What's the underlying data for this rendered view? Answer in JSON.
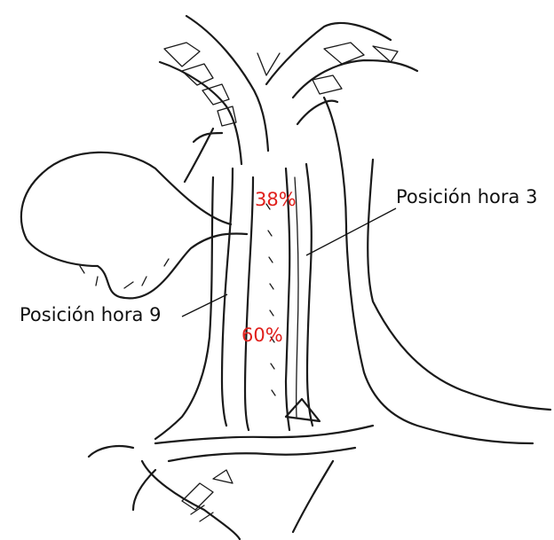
{
  "labels": {
    "percent_upper": "38%",
    "percent_lower": "60%",
    "position_3": "Posición hora 3",
    "position_9": "Posición hora 9"
  },
  "colors": {
    "percent_text": "#e0201c",
    "line_art": "#1a1a1a"
  }
}
